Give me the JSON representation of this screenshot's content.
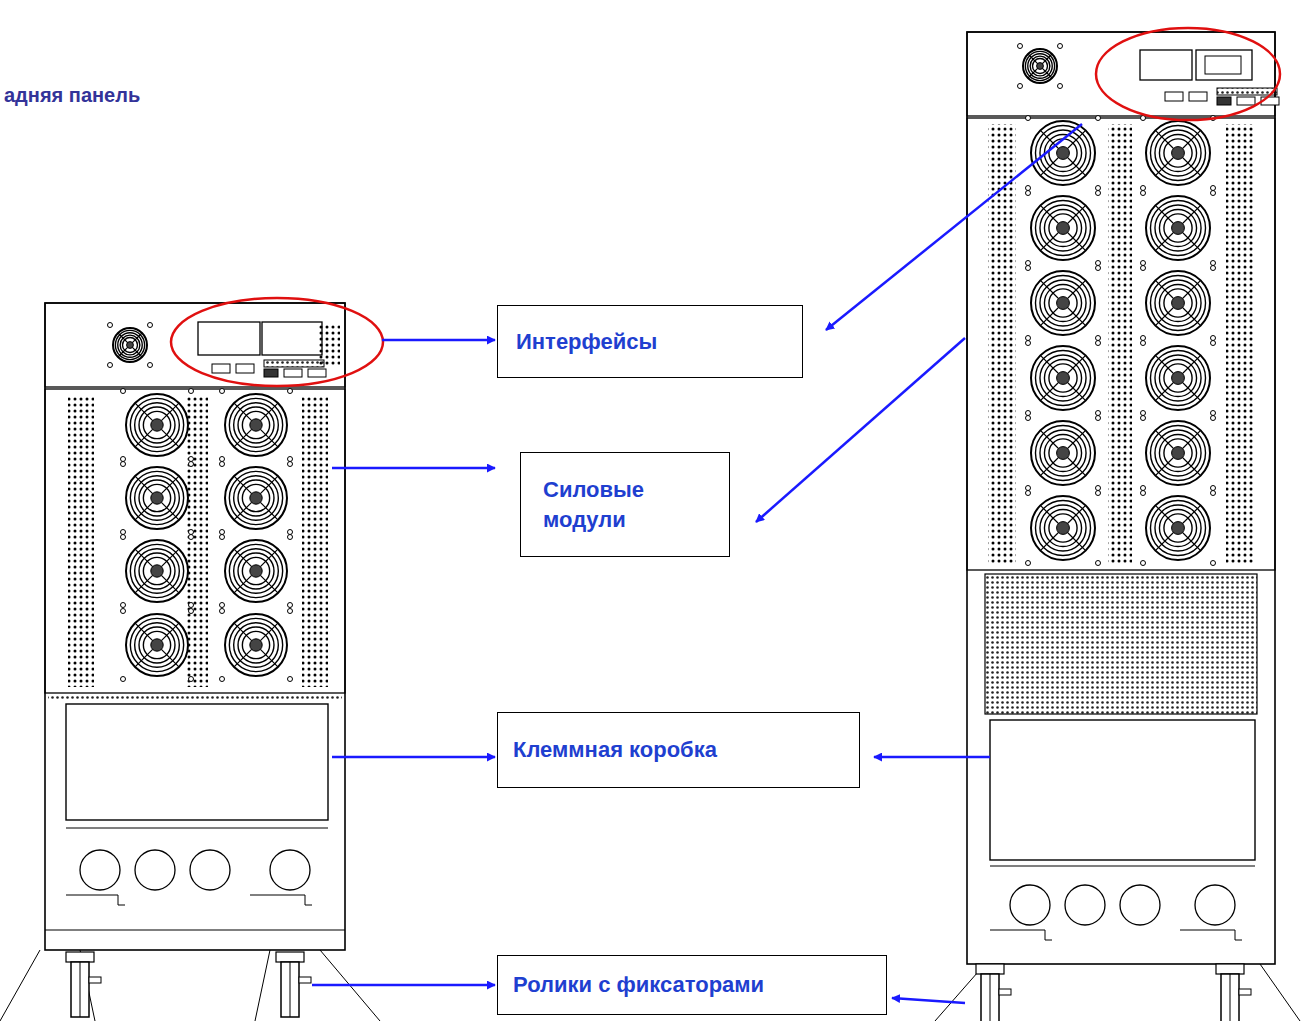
{
  "diagram": {
    "title": "адняя панель",
    "nodes": [
      {
        "text": [
          "Интерфейсы"
        ]
      },
      {
        "text": [
          "Силовые модули"
        ]
      },
      {
        "text": [
          "Клеммная коробка"
        ]
      },
      {
        "text": [
          "Ролики с фиксаторами"
        ]
      }
    ]
  }
}
